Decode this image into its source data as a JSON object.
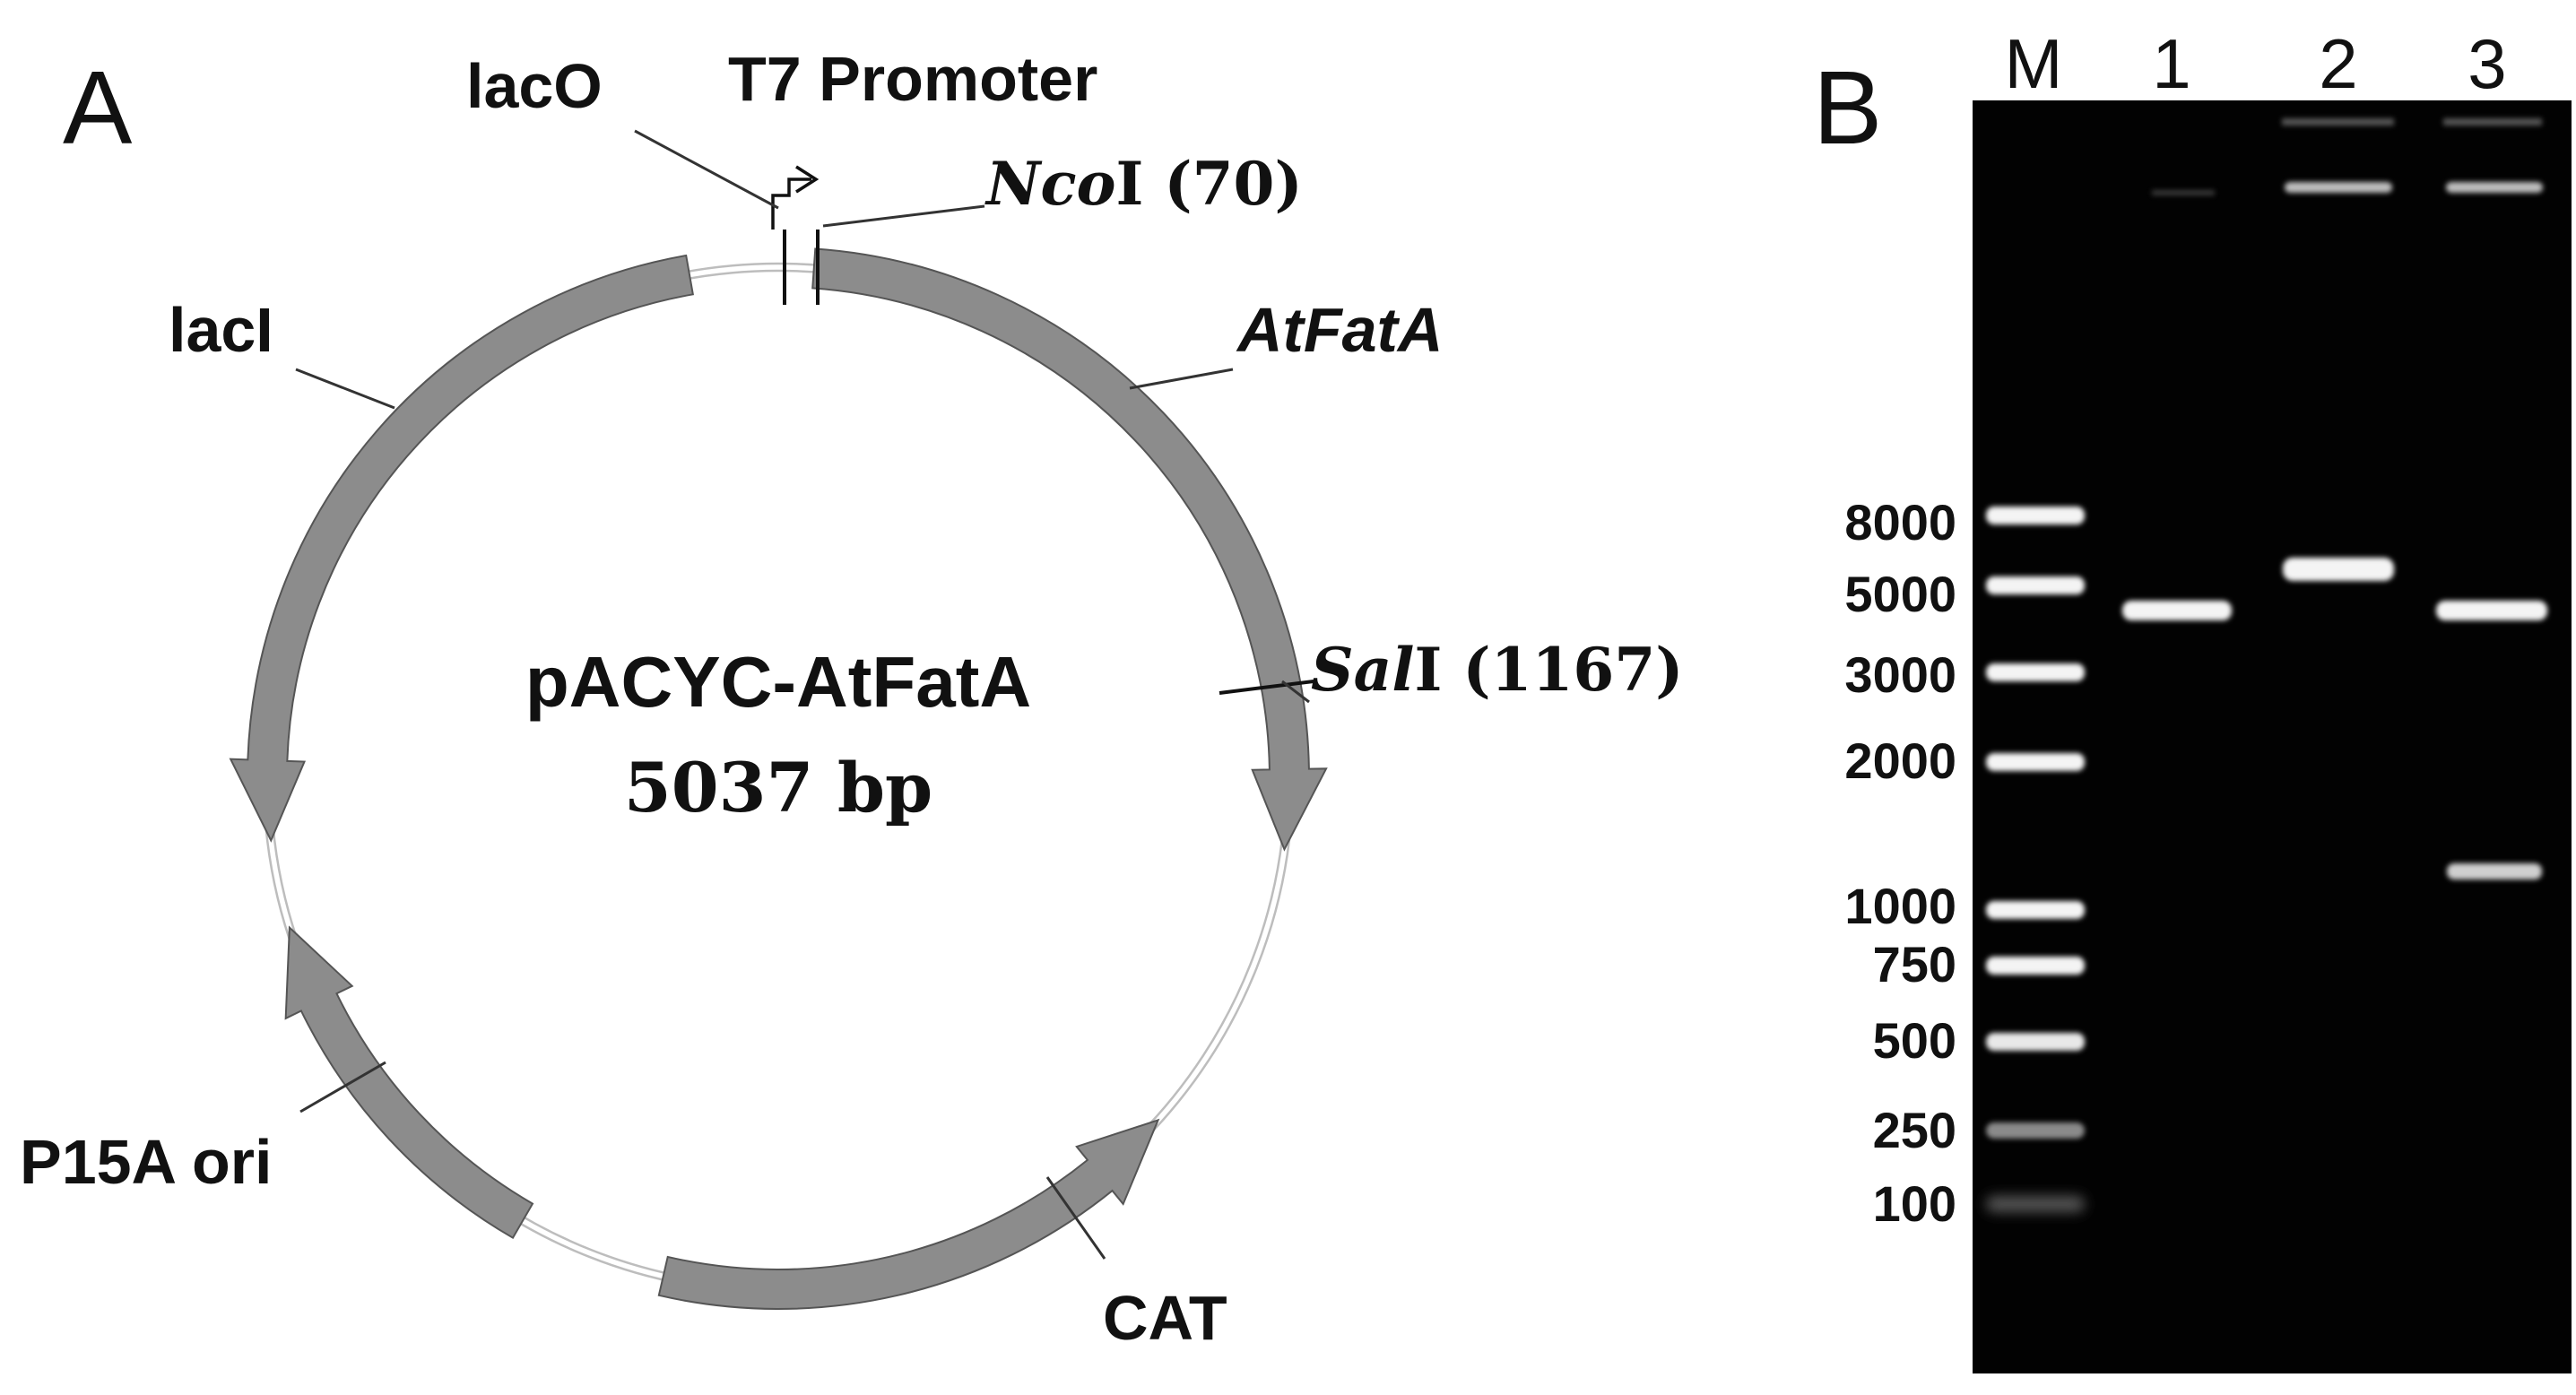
{
  "panel_a": {
    "letter": "A",
    "plasmid_name": "pACYC-AtFatA",
    "plasmid_size": "5037 bp",
    "features": {
      "laco": "lacO",
      "t7_promoter": "T7 Promoter",
      "laci": "lacI",
      "atfata": "AtFatA",
      "p15a_ori": "P15A ori",
      "cat": "CAT"
    },
    "sites": {
      "ncoi": {
        "name": "Nco",
        "suffix": "I (70)"
      },
      "sali": {
        "name": "Sal",
        "suffix": "I (1167)"
      }
    },
    "colors": {
      "feature_fill": "#8c8c8c",
      "feature_stroke": "#555555",
      "backbone": "#bdbdbd"
    }
  },
  "panel_b": {
    "letter": "B",
    "lanes": [
      "M",
      "1",
      "2",
      "3"
    ],
    "marker_sizes": [
      "8000",
      "5000",
      "3000",
      "2000",
      "1000",
      "750",
      "500",
      "250",
      "100"
    ],
    "colors": {
      "gel_background": "#020202",
      "band": "#f4f4f4"
    }
  }
}
